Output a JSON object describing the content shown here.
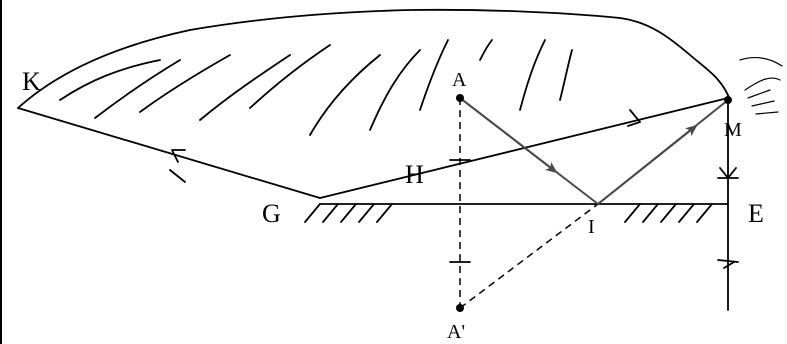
{
  "labels": {
    "K": "K",
    "A": "A",
    "H": "H",
    "M": "M",
    "G": "G",
    "I": "I",
    "E": "E",
    "A_prime": "A'"
  }
}
